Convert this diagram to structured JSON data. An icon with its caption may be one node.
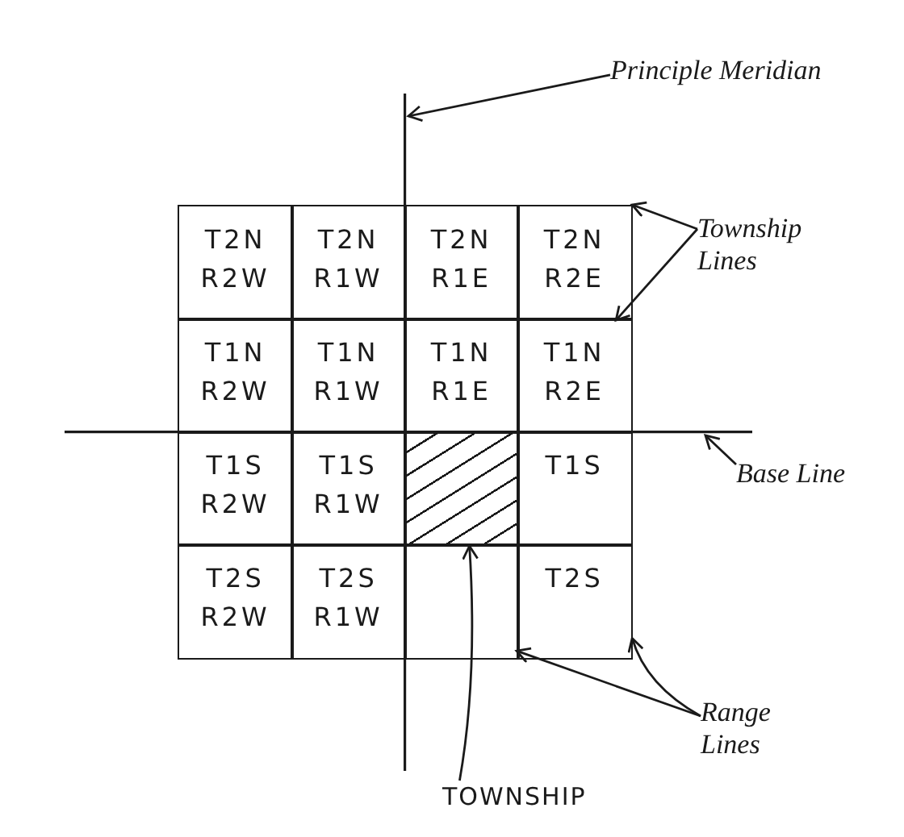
{
  "diagram": {
    "nodes": [
      {
        "text": [
          "Principle Meridian"
        ]
      },
      {
        "text": [
          "T2N",
          "R2W"
        ]
      },
      {
        "text": [
          "T2N",
          "R1W"
        ]
      },
      {
        "text": [
          "T2N",
          "R1E"
        ]
      },
      {
        "text": [
          "T2N",
          "R2E"
        ]
      },
      {
        "text": [
          "Township Lines"
        ]
      },
      {
        "text": [
          "T1N",
          "R2W"
        ]
      },
      {
        "text": [
          "T1N",
          "R1W"
        ]
      },
      {
        "text": [
          "T1N",
          "R1E"
        ]
      },
      {
        "text": [
          "T1N",
          "R2E"
        ]
      },
      {
        "text": [
          "T1S",
          "R2W"
        ]
      },
      {
        "text": [
          "T1S",
          "R1W"
        ]
      },
      {
        "text": [],
        "shape": "box"
      },
      {
        "text": [
          "T1S"
        ]
      },
      {
        "text": [
          "Base Line"
        ]
      },
      {
        "text": [
          "T2S",
          "R2W"
        ]
      },
      {
        "text": [
          "T2S",
          "R1W"
        ]
      },
      {
        "text": [],
        "shape": "box"
      },
      {
        "text": [
          "T2S"
        ]
      },
      {
        "text": [
          "Range Lines"
        ]
      },
      {
        "text": [
          "TOWNSHIP"
        ]
      }
    ],
    "edges": [
      {
        "from": 0,
        "to": null,
        "arrow": "to"
      },
      {
        "from": 5,
        "to": 4,
        "arrow": "to"
      },
      {
        "from": 5,
        "to": 4,
        "arrow": "to"
      },
      {
        "from": 14,
        "to": null,
        "arrow": "to"
      },
      {
        "from": 19,
        "to": 18,
        "arrow": "to"
      },
      {
        "from": 19,
        "to": 18,
        "arrow": "to"
      },
      {
        "from": 20,
        "to": 12,
        "arrow": "to"
      }
    ]
  }
}
